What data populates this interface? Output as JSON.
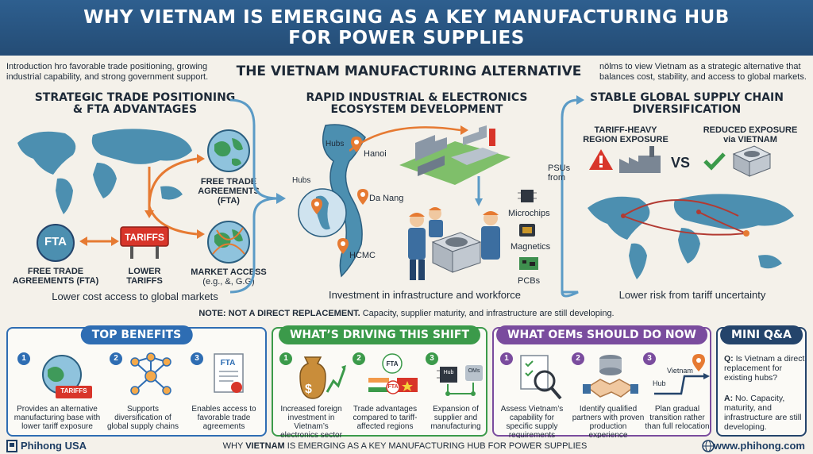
{
  "header": {
    "line1": "WHY VIETNAM IS EMERGING AS A KEY MANUFACTURING HUB",
    "line2": "FOR POWER SUPPLIES"
  },
  "intro": {
    "left": "Introduction hro favorable trade positioning, growing industrial capability, and strong government support.",
    "center": "THE VIETNAM MANUFACTURING ALTERNATIVE",
    "right": "nölms to view Vietnam as a strategic alternative that balances cost, stability, and access to global markets."
  },
  "col1": {
    "title1": "STRATEGIC TRADE POSITIONING",
    "title2": "& FTA ADVANTAGES",
    "fta_badge": "FTA",
    "tariffs_sign": "TARIFFS",
    "label_fta1": "FREE TRADE",
    "label_fta2": "AGREEMENTS (FTA)",
    "label_tariffs1": "LOWER",
    "label_tariffs2": "TARIFFS",
    "label_free1": "FREE TRADE",
    "label_free2": "AGREEMENTS",
    "label_free3": "(FTA)",
    "label_market1": "MARKET ACCESS",
    "label_market2": "(e.g., &, G.G)",
    "caption": "Lower cost access to global markets"
  },
  "col2": {
    "title1": "RAPID INDUSTRIAL & ELECTRONICS",
    "title2": "ECOSYSTEM DEVELOPMENT",
    "hubs_top": "Hubs",
    "hubs_left": "Hubs",
    "hanoi": "Hanoi",
    "danang": "Da Nang",
    "hcmc": "HCMC",
    "microchips": "Microchips",
    "magnetics": "Magnetics",
    "pcbs": "PCBs",
    "caption": "Investment in infrastructure and workforce"
  },
  "col3": {
    "title1": "STABLE GLOBAL SUPPLY CHAIN",
    "title2": "DIVERSIFICATION",
    "tariff1": "TARIFF-HEAVY",
    "tariff2": "REGION EXPOSURE",
    "reduced1": "REDUCED EXPOSURE",
    "reduced2": "via VIETNAM",
    "vs": "VS",
    "psus1": "PSUs",
    "psus2": "from",
    "caption": "Lower risk from tariff uncertainty"
  },
  "note": {
    "bold": "NOTE: NOT A DIRECT REPLACEMENT.",
    "rest": " Capacity, supplier maturity, and infrastructure are still developing."
  },
  "benefits": {
    "title": "TOP BENEFITS",
    "items": [
      {
        "num": "1",
        "text": "Provides an alternative manufacturing base with lower tariff exposure",
        "icon_label": "TARIFFS"
      },
      {
        "num": "2",
        "text": "Supports diversification of global supply chains"
      },
      {
        "num": "3",
        "text": "Enables access to favorable trade agreements",
        "icon_label": "FTA"
      }
    ]
  },
  "driving": {
    "title": "WHAT’S DRIVING THIS SHIFT",
    "items": [
      {
        "num": "1",
        "text": "Increased foreign investment in Vietnam’s electronics sector"
      },
      {
        "num": "2",
        "text": "Trade advantages compared to tariff-affected regions",
        "icon_label1": "FTA",
        "icon_label2": "FTA"
      },
      {
        "num": "3",
        "text": "Expansion of supplier and manufacturing",
        "icon_label1": "Hub",
        "icon_label2": "OMs"
      }
    ]
  },
  "oems": {
    "title": "WHAT OEMs SHOULD DO NOW",
    "items": [
      {
        "num": "1",
        "text": "Assess Vietnam’s capability for specific supply requirements"
      },
      {
        "num": "2",
        "text": "Identify qualified partners with proven production experience"
      },
      {
        "num": "3",
        "text": "Plan gradual transition rather than full relocation",
        "icon_label1": "Hub",
        "icon_label2": "Vietnam"
      }
    ]
  },
  "qa": {
    "title": "MINI Q&A",
    "q_label": "Q:",
    "q": "Is Vietnam a direct replacement for existing hubs?",
    "a_label": "A:",
    "a": "No. Capacity, maturity, and infrastructure are still developing."
  },
  "footer": {
    "brand": "Phihong USA",
    "center_pre": "WHY ",
    "center_bold": "VIETNAM",
    "center_post": " IS EMERGING AS A KEY MANUFACTURING HUB FOR POWER SUPPLIES",
    "right": "www.phihong.com"
  },
  "colors": {
    "navy": "#244c75",
    "benefits_blue": "#2e6db3",
    "driving_green": "#3b9a4a",
    "oems_purple": "#7a4c9e",
    "qa_navy": "#24446b",
    "orange": "#e67a32",
    "red": "#d8352a",
    "map_teal": "#4c8fb0"
  },
  "icons": [
    "globe-icon",
    "tariffs-sign-icon",
    "fta-badge-icon",
    "factory-icon",
    "worker-icon",
    "power-supply-icon",
    "microchip-icon",
    "warning-icon",
    "checkmark-icon",
    "money-bag-icon",
    "handshake-icon",
    "magnifier-icon",
    "network-icon",
    "location-pin-icon"
  ]
}
